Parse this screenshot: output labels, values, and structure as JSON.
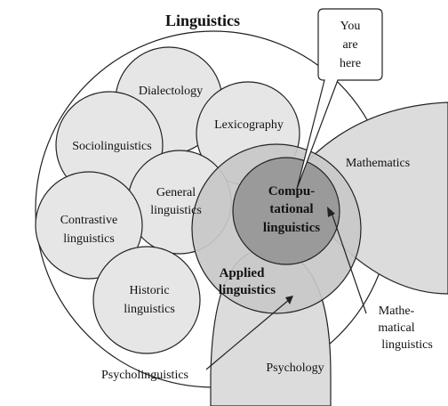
{
  "title": "Linguistics",
  "callout": [
    "You",
    "are",
    "here"
  ],
  "fields": {
    "dialectology": "Dialectology",
    "lexicography": "Lexicography",
    "sociolinguistics": "Sociolinguistics",
    "general": [
      "General",
      "linguistics"
    ],
    "contrastive": [
      "Contrastive",
      "linguistics"
    ],
    "historic": [
      "Historic",
      "linguistics"
    ],
    "applied": [
      "Applied",
      "linguistics"
    ],
    "computational": [
      "Compu-",
      "tational",
      "linguistics"
    ],
    "mathematics": "Mathematics",
    "mathematical": [
      "Mathe-",
      "matical",
      "linguistics"
    ],
    "psychology": "Psychology",
    "psycholinguistics": "Psycholinguistics"
  },
  "colors": {
    "circle_fill": "#e6e6e6",
    "region_fill": "#dcdcdc",
    "applied_fill": "#c8c8c8",
    "computational_fill": "#9a9a9a",
    "stroke": "#222222"
  }
}
